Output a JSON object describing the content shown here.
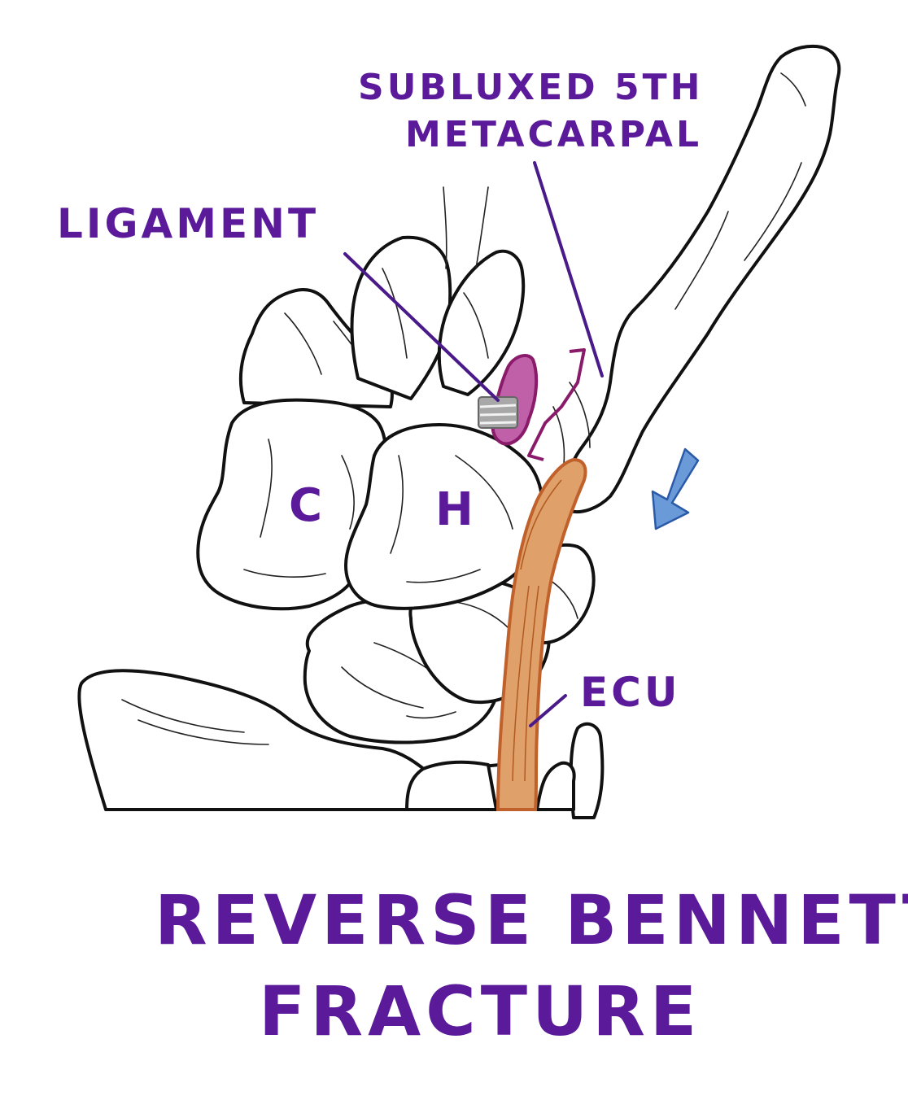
{
  "labels": {
    "subluxed_line1": "SUBLUXED 5TH",
    "subluxed_line2": "METACARPAL",
    "ligament": "LIGAMENT",
    "capitate": "C",
    "hamate": "H",
    "ecu": "ECU"
  },
  "title": {
    "line1": "REVERSE BENNETT",
    "line2": "FRACTURE"
  },
  "colors": {
    "label_purple": "#5a1a9a",
    "tendon": "#e0a06a",
    "tendon_outline": "#c0602a",
    "fragment": "#c060a8",
    "fragment_outline": "#8a1a6a",
    "arrow": "#6a9ad8",
    "ligament": "#a8a8a8"
  }
}
